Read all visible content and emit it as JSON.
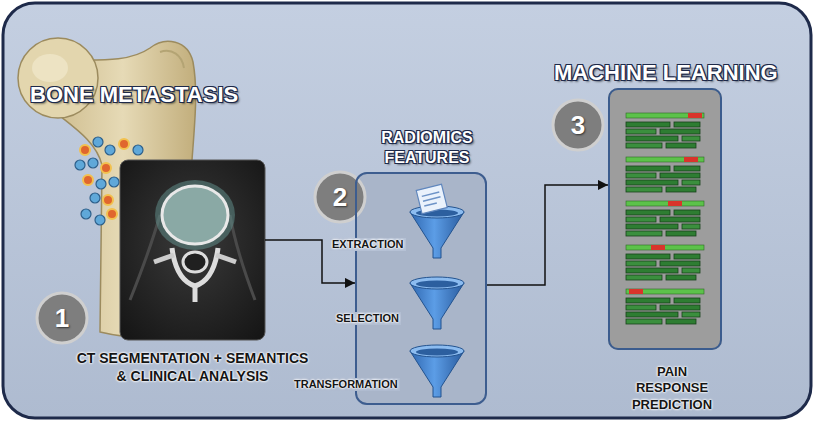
{
  "diagram": {
    "nodes": [
      {
        "text": [
          "1"
        ]
      },
      {
        "text": [
          "CT SEGMENTATION + SEMANTICS & CLINICAL ANALYSIS"
        ]
      },
      {
        "text": [
          "2"
        ]
      },
      {
        "text": [
          "RADIOMICS FEATURES"
        ]
      },
      {
        "text": [
          "3"
        ]
      },
      {
        "text": [
          "PAIN RESPONSE PREDICTION"
        ]
      }
    ],
    "edges": [
      {
        "from": 1,
        "to": 3,
        "arrow": "to"
      },
      {
        "from": 3,
        "to": 5,
        "arrow": "to"
      }
    ],
    "labels": [
      "BONE METASTASIS",
      "MACHINE LEARNING",
      "EXTRACTION",
      "SELECTION",
      "TRANSFORMATION"
    ]
  }
}
